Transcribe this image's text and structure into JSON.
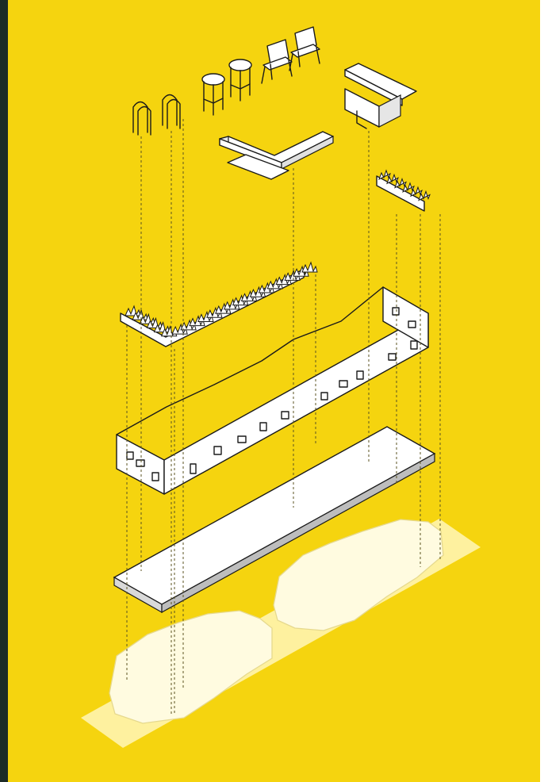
{
  "illustration": {
    "background_color": "#F5D40F",
    "edge_strip_color": "#1D2B26",
    "line_color": "#1A1A1A",
    "component_fill": "#FFFFFF",
    "ground_fill": "#FFF6B8",
    "components": [
      "bike-racks",
      "bar-stools",
      "folding-chairs",
      "bench-seating",
      "counter-table",
      "small-planter",
      "planter-strip",
      "perimeter-wall",
      "deck-platform",
      "parking-spaces"
    ]
  }
}
